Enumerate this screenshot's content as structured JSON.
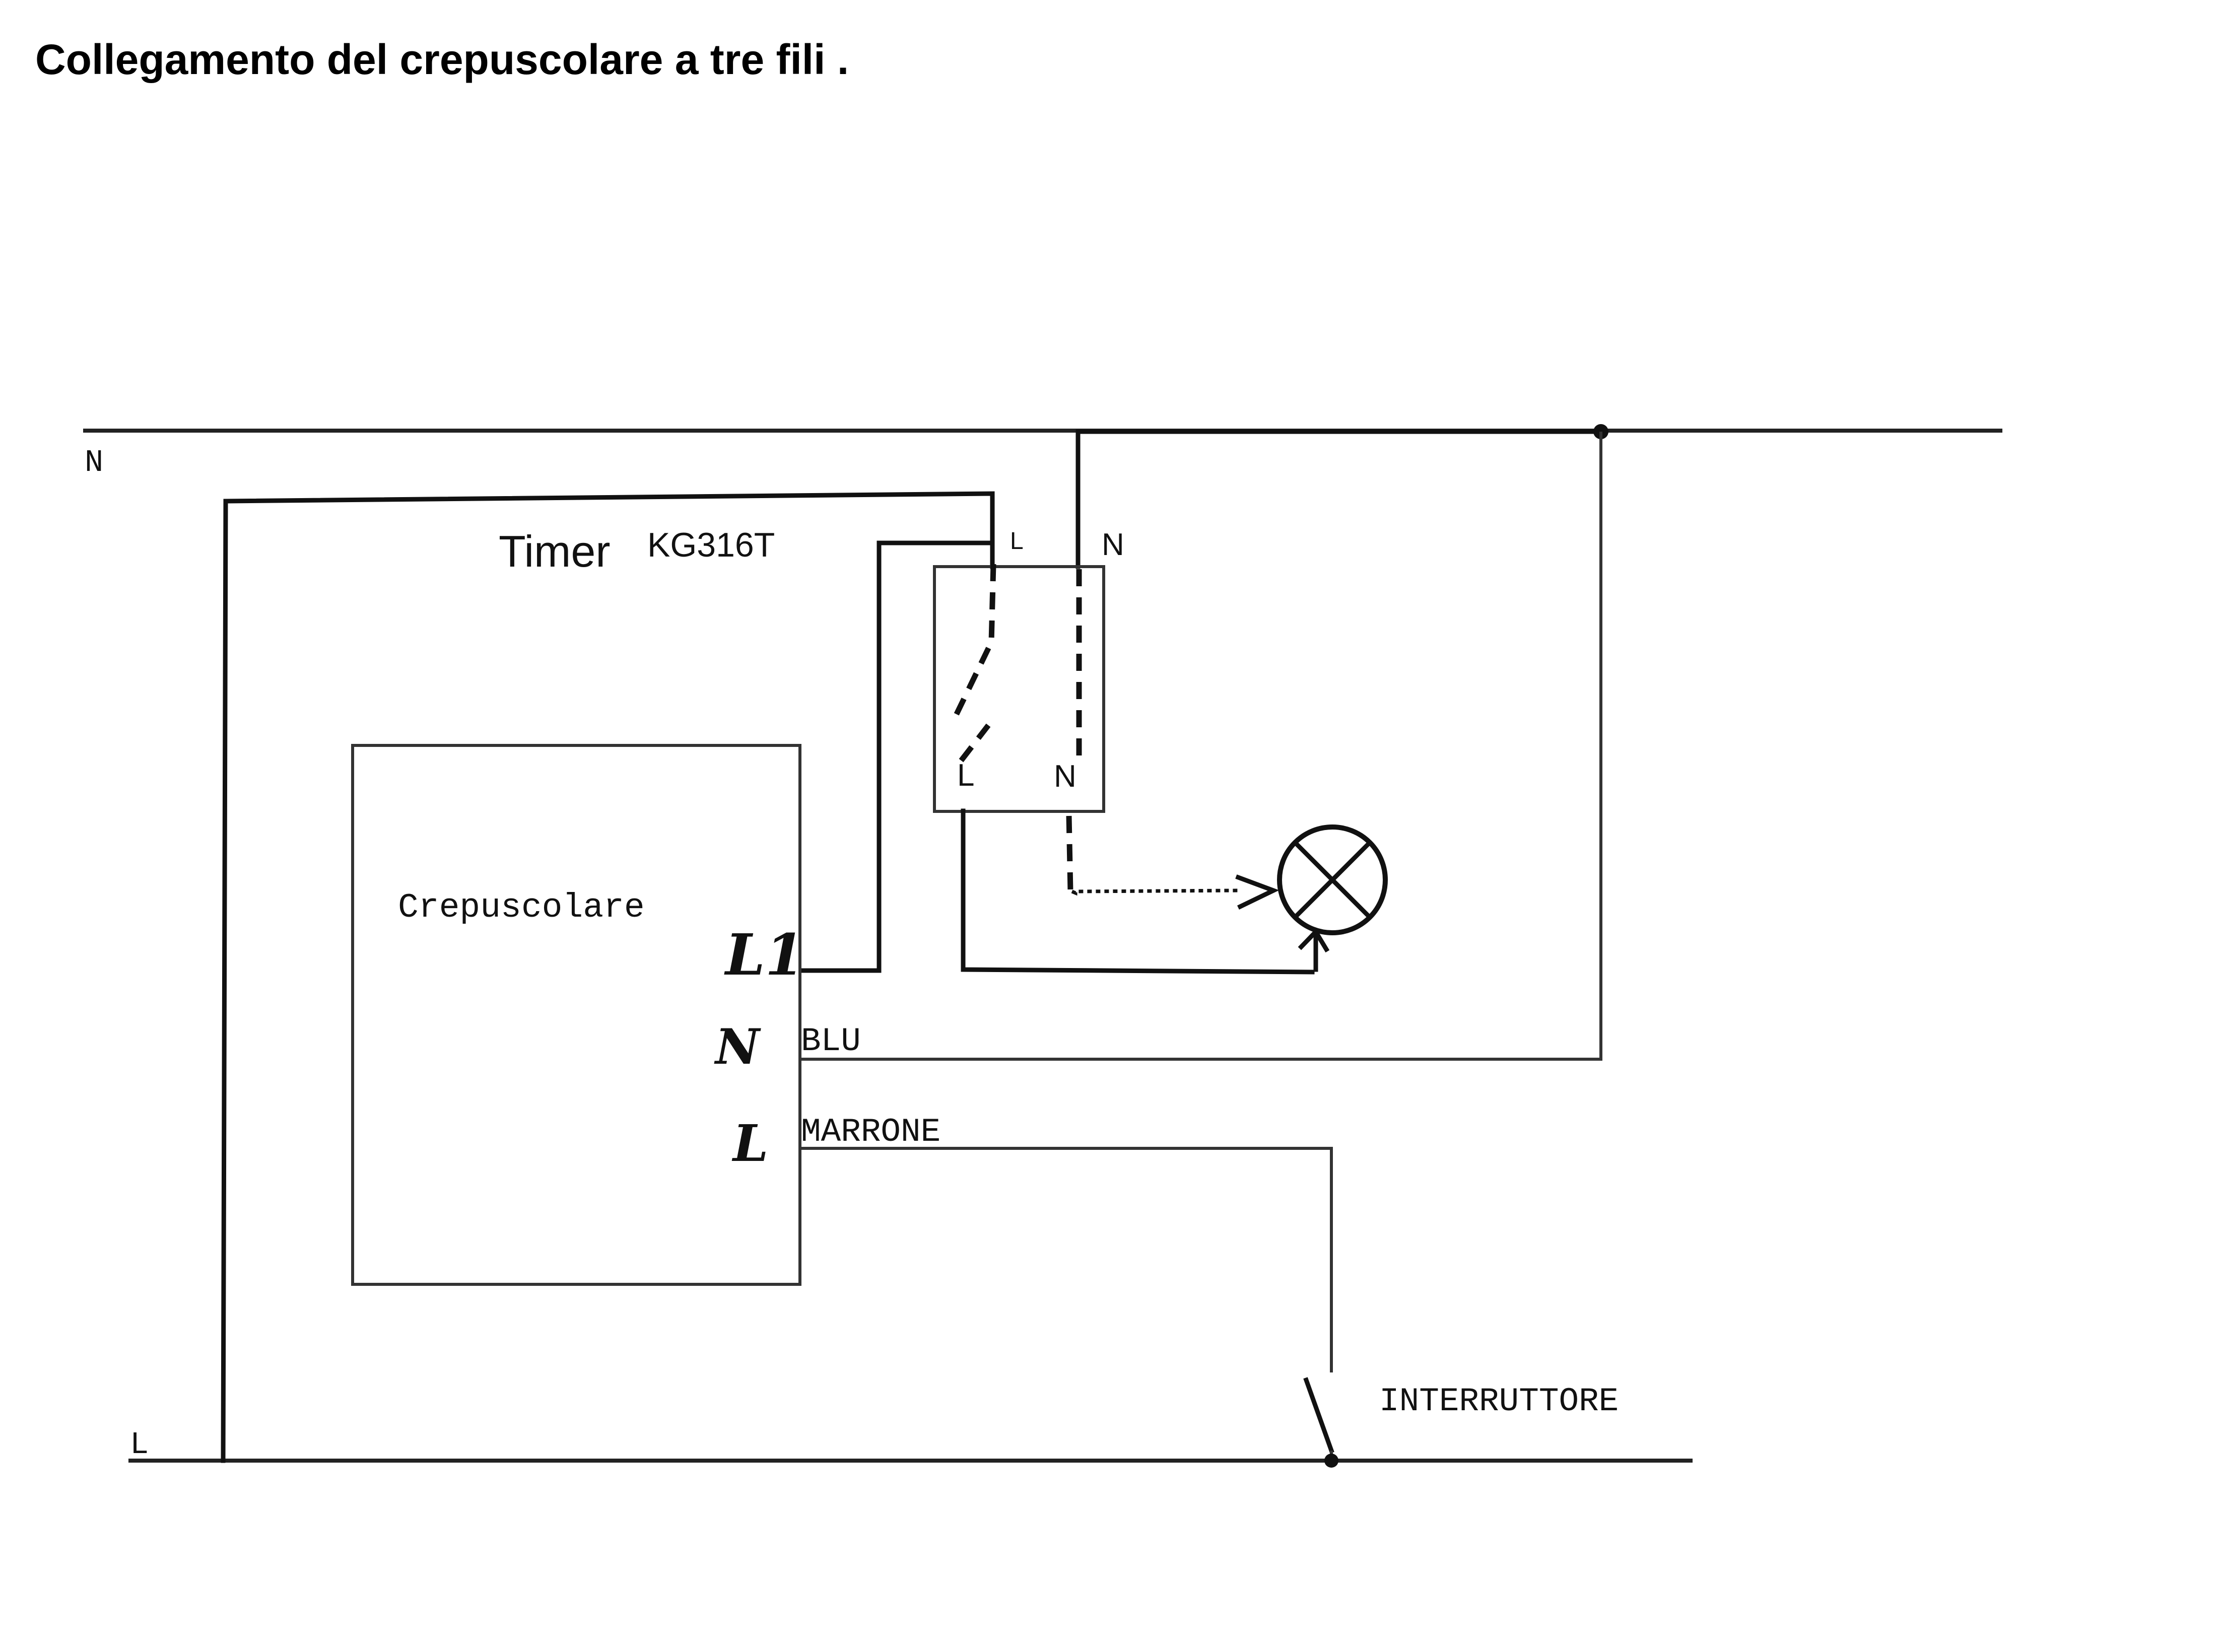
{
  "title": "Collegamento del crepuscolare a tre fili .",
  "rails": {
    "neutral_label": "N",
    "line_label": "L"
  },
  "timer": {
    "label": "Timer",
    "model": "KG316T",
    "top_l": "L",
    "top_n": "N",
    "bottom_l": "L",
    "bottom_n": "N"
  },
  "crepuscolare": {
    "label": "Crepuscolare",
    "terminal_l1": "L1",
    "terminal_n": "N",
    "terminal_l": "L",
    "wire_blu": "BLU",
    "wire_marrone": "MARRONE"
  },
  "interruttore": {
    "label": "INTERRUTTORE"
  },
  "lamp": {
    "icon": "lamp-icon"
  }
}
